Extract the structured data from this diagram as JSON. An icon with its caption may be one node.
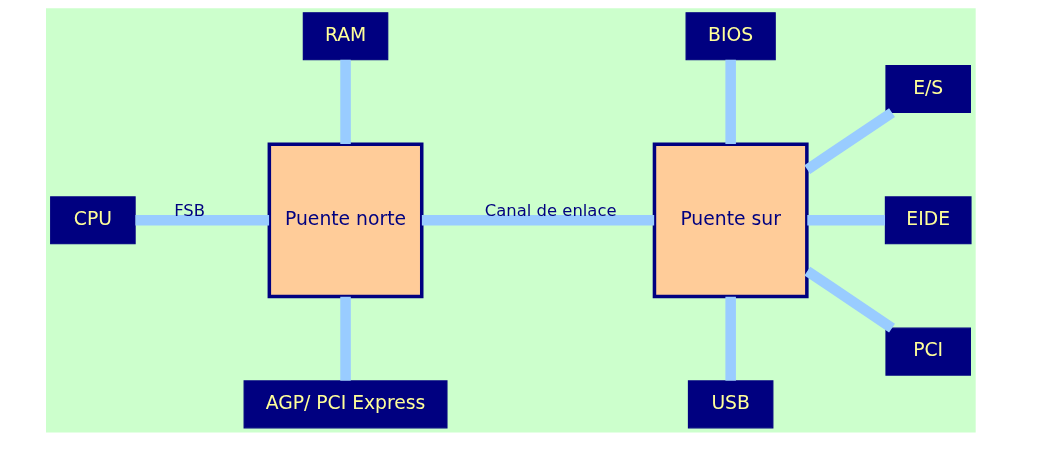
{
  "diagram": {
    "nodes": [
      {
        "text": [
          "CPU"
        ]
      },
      {
        "text": [
          "Puente norte"
        ]
      },
      {
        "text": [
          "RAM"
        ]
      },
      {
        "text": [
          "AGP/ PCI Express"
        ]
      },
      {
        "text": [
          "BIOS"
        ]
      },
      {
        "text": [
          "Puente sur"
        ]
      },
      {
        "text": [
          "E/S"
        ]
      },
      {
        "text": [
          "EIDE"
        ]
      },
      {
        "text": [
          "PCI"
        ]
      },
      {
        "text": [
          "USB"
        ]
      }
    ],
    "edges": [
      {
        "from": 0,
        "to": 1,
        "arrow": "none",
        "label": "FSB"
      },
      {
        "from": 2,
        "to": 1,
        "arrow": "none"
      },
      {
        "from": 1,
        "to": 3,
        "arrow": "none"
      },
      {
        "from": 1,
        "to": 5,
        "arrow": "none",
        "label": "Canal de enlace"
      },
      {
        "from": 4,
        "to": 5,
        "arrow": "none"
      },
      {
        "from": 5,
        "to": 6,
        "arrow": "none"
      },
      {
        "from": 5,
        "to": 7,
        "arrow": "none"
      },
      {
        "from": 5,
        "to": 8,
        "arrow": "none"
      },
      {
        "from": 5,
        "to": 9,
        "arrow": "none"
      }
    ]
  }
}
